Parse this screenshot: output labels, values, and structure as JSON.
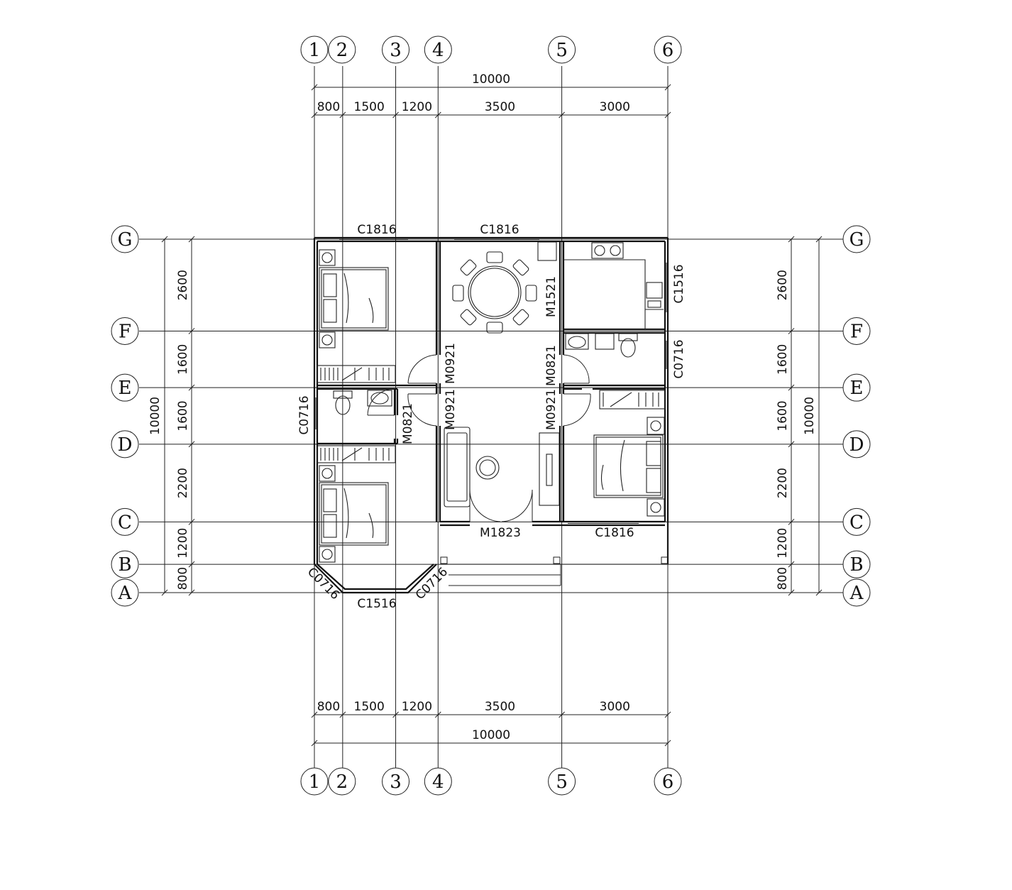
{
  "plan": {
    "columns": [
      {
        "label": "1",
        "span_mm": 800
      },
      {
        "label": "2",
        "span_mm": 1500
      },
      {
        "label": "3",
        "span_mm": 1200
      },
      {
        "label": "4",
        "span_mm": 3500
      },
      {
        "label": "5",
        "span_mm": 3000
      },
      {
        "label": "6"
      }
    ],
    "rows": [
      {
        "label": "G",
        "span_mm": 2600
      },
      {
        "label": "F",
        "span_mm": 1600
      },
      {
        "label": "E",
        "span_mm": 1600
      },
      {
        "label": "D",
        "span_mm": 2200
      },
      {
        "label": "C",
        "span_mm": 1200
      },
      {
        "label": "B",
        "span_mm": 800
      },
      {
        "label": "A"
      }
    ],
    "total_width": "10000",
    "total_depth": "10000",
    "openings": {
      "window_top_left": "C1816",
      "window_top_mid": "C1816",
      "window_right_top": "C1516",
      "window_right_bath": "C0716",
      "window_left_bath": "C0716",
      "window_bay_left": "C0716",
      "window_bay_right": "C0716",
      "window_bay_front": "C1516",
      "window_front_right": "C1816",
      "door_kitchen": "M1521",
      "door_bedroom_top": "M0921",
      "door_bedroom_bottom": "M0921",
      "door_bath_right": "M0821",
      "door_bedroom_right": "M0921",
      "door_bath_left": "M0821",
      "door_entry": "M1823"
    }
  }
}
